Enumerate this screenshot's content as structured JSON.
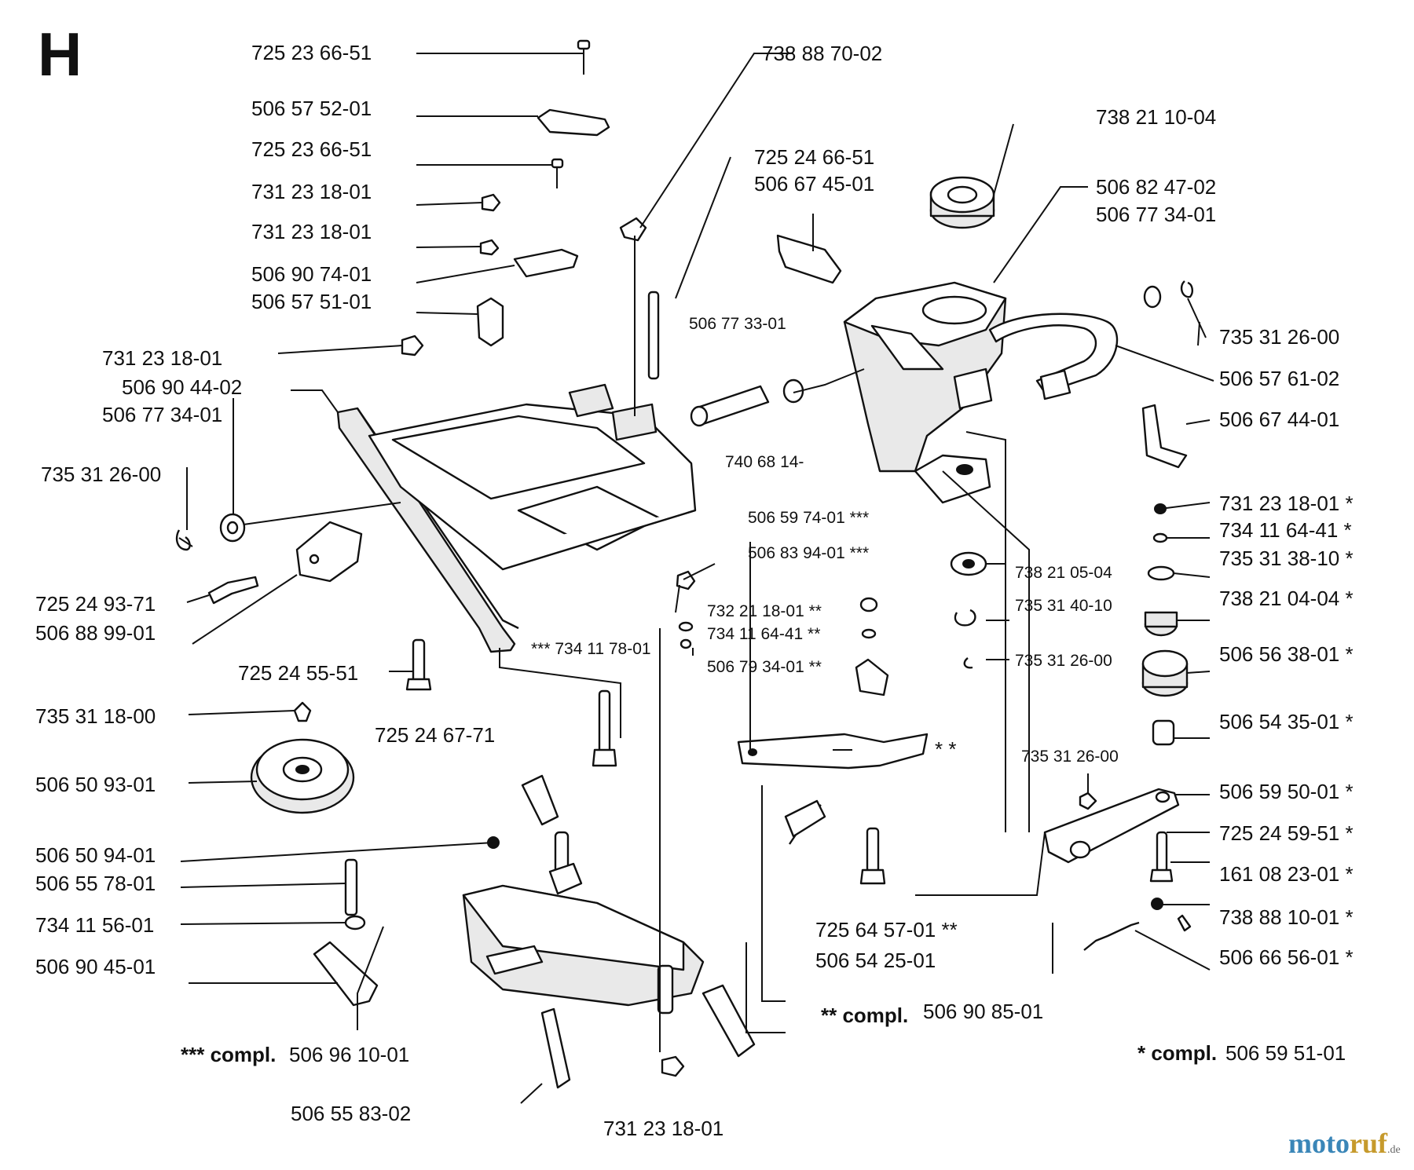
{
  "section_letter": "H",
  "labels": {
    "l01": "725 23 66-51",
    "l02": "506 57 52-01",
    "l03": "725 23 66-51",
    "l04": "731 23 18-01",
    "l05": "731 23 18-01",
    "l06": "506 90 74-01",
    "l07": "506 57 51-01",
    "l08": "731 23 18-01",
    "l09": "506 90 44-02",
    "l10": "506 77 34-01",
    "l11": "735 31 26-00",
    "l12": "725 24 93-71",
    "l13": "506 88 99-01",
    "l14": "725 24 55-51",
    "l15": "735 31 18-00",
    "l16": "506 50 93-01",
    "l17": "506 50 94-01",
    "l18": "506 55 78-01",
    "l19": "734 11 56-01",
    "l20": "506 90 45-01",
    "l21": "506 96 10-01",
    "l22": "506 55 83-02",
    "l23": "731 23 18-01",
    "l24": "738 88 70-02",
    "l25": "725 24 66-51",
    "l26": "506 67 45-01",
    "l27": "506 77 33-01",
    "l28": "740 68 14-",
    "l29": "506 59 74-01 ***",
    "l30": "506 83 94-01 ***",
    "l31": "732 21 18-01 **",
    "l32": "734 11 64-41 **",
    "l33": "506 79 34-01 **",
    "l34": "*** 734 11 78-01",
    "l35": "725 24 67-71",
    "l36": "* *",
    "l37": "725 64 57-01 **",
    "l38": "506 54 25-01",
    "l39": "506 90 85-01",
    "l40": "738 21 10-04",
    "l41": "506 82 47-02",
    "l42": "506 77 34-01",
    "l43": "735 31 26-00",
    "l44": "506 57 61-02",
    "l45": "506 67 44-01",
    "l46": "738 21 05-04",
    "l47": "735 31 40-10",
    "l48": "735 31 26-00",
    "l49": "731 23 18-01 *",
    "l50": "734 11 64-41 *",
    "l51": "735 31 38-10 *",
    "l52": "738 21 04-04 *",
    "l53": "506 56 38-01 *",
    "l54": "506 54 35-01 *",
    "l55": "735 31 26-00",
    "l56": "506 59 50-01 *",
    "l57": "725 24 59-51 *",
    "l58": "161 08 23-01 *",
    "l59": "738 88 10-01 *",
    "l60": "506 66 56-01 *",
    "l61": "506 59 51-01"
  },
  "compl": {
    "triple_star": "*** compl.",
    "double_star": "** compl.",
    "single_star": "* compl."
  },
  "watermark": {
    "part1": "moto",
    "part2": "ruf",
    "suffix": ".de"
  }
}
